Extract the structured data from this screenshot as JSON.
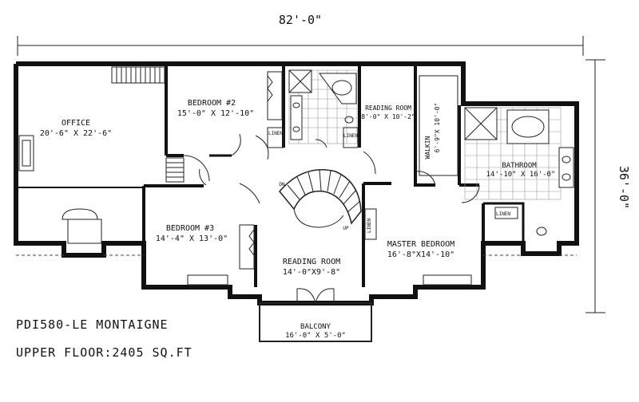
{
  "dimensions": {
    "width": "82'-0\"",
    "depth": "36'-0\""
  },
  "rooms": {
    "office": {
      "name": "OFFICE",
      "size": "20'-6\" X 22'-6\""
    },
    "bedroom2": {
      "name": "BEDROOM #2",
      "size": "15'-0\" X 12'-10\""
    },
    "reading_room_upper": {
      "name": "READING ROOM",
      "size": "8'-0\" X 10'-2\""
    },
    "walkin": {
      "name": "WALKIN",
      "size": "6'-9\"X 10'-0\""
    },
    "bathroom": {
      "name": "BATHROOM",
      "size": "14'-10\" X 16'-0\""
    },
    "bedroom3": {
      "name": "BEDROOM #3",
      "size": "14'-4\" X 13'-0\""
    },
    "reading_room_center": {
      "name": "READING ROOM",
      "size": "14'-0\"X9'-8\""
    },
    "master_bedroom": {
      "name": "MASTER BEDROOM",
      "size": "16'-8\"X14'-10\""
    },
    "balcony": {
      "name": "BALCONY",
      "size": "16'-0\" X 5'-0\""
    }
  },
  "small_labels": {
    "linen_a": "LINEN",
    "linen_b": "LINEN",
    "linen_c": "LINEN",
    "linen_d": "LINEN",
    "dn": "DN",
    "up": "UP"
  },
  "caption": {
    "plan_name": "PDI580-LE MONTAIGNE",
    "floor_area": "UPPER FLOOR:2405 SQ.FT"
  }
}
